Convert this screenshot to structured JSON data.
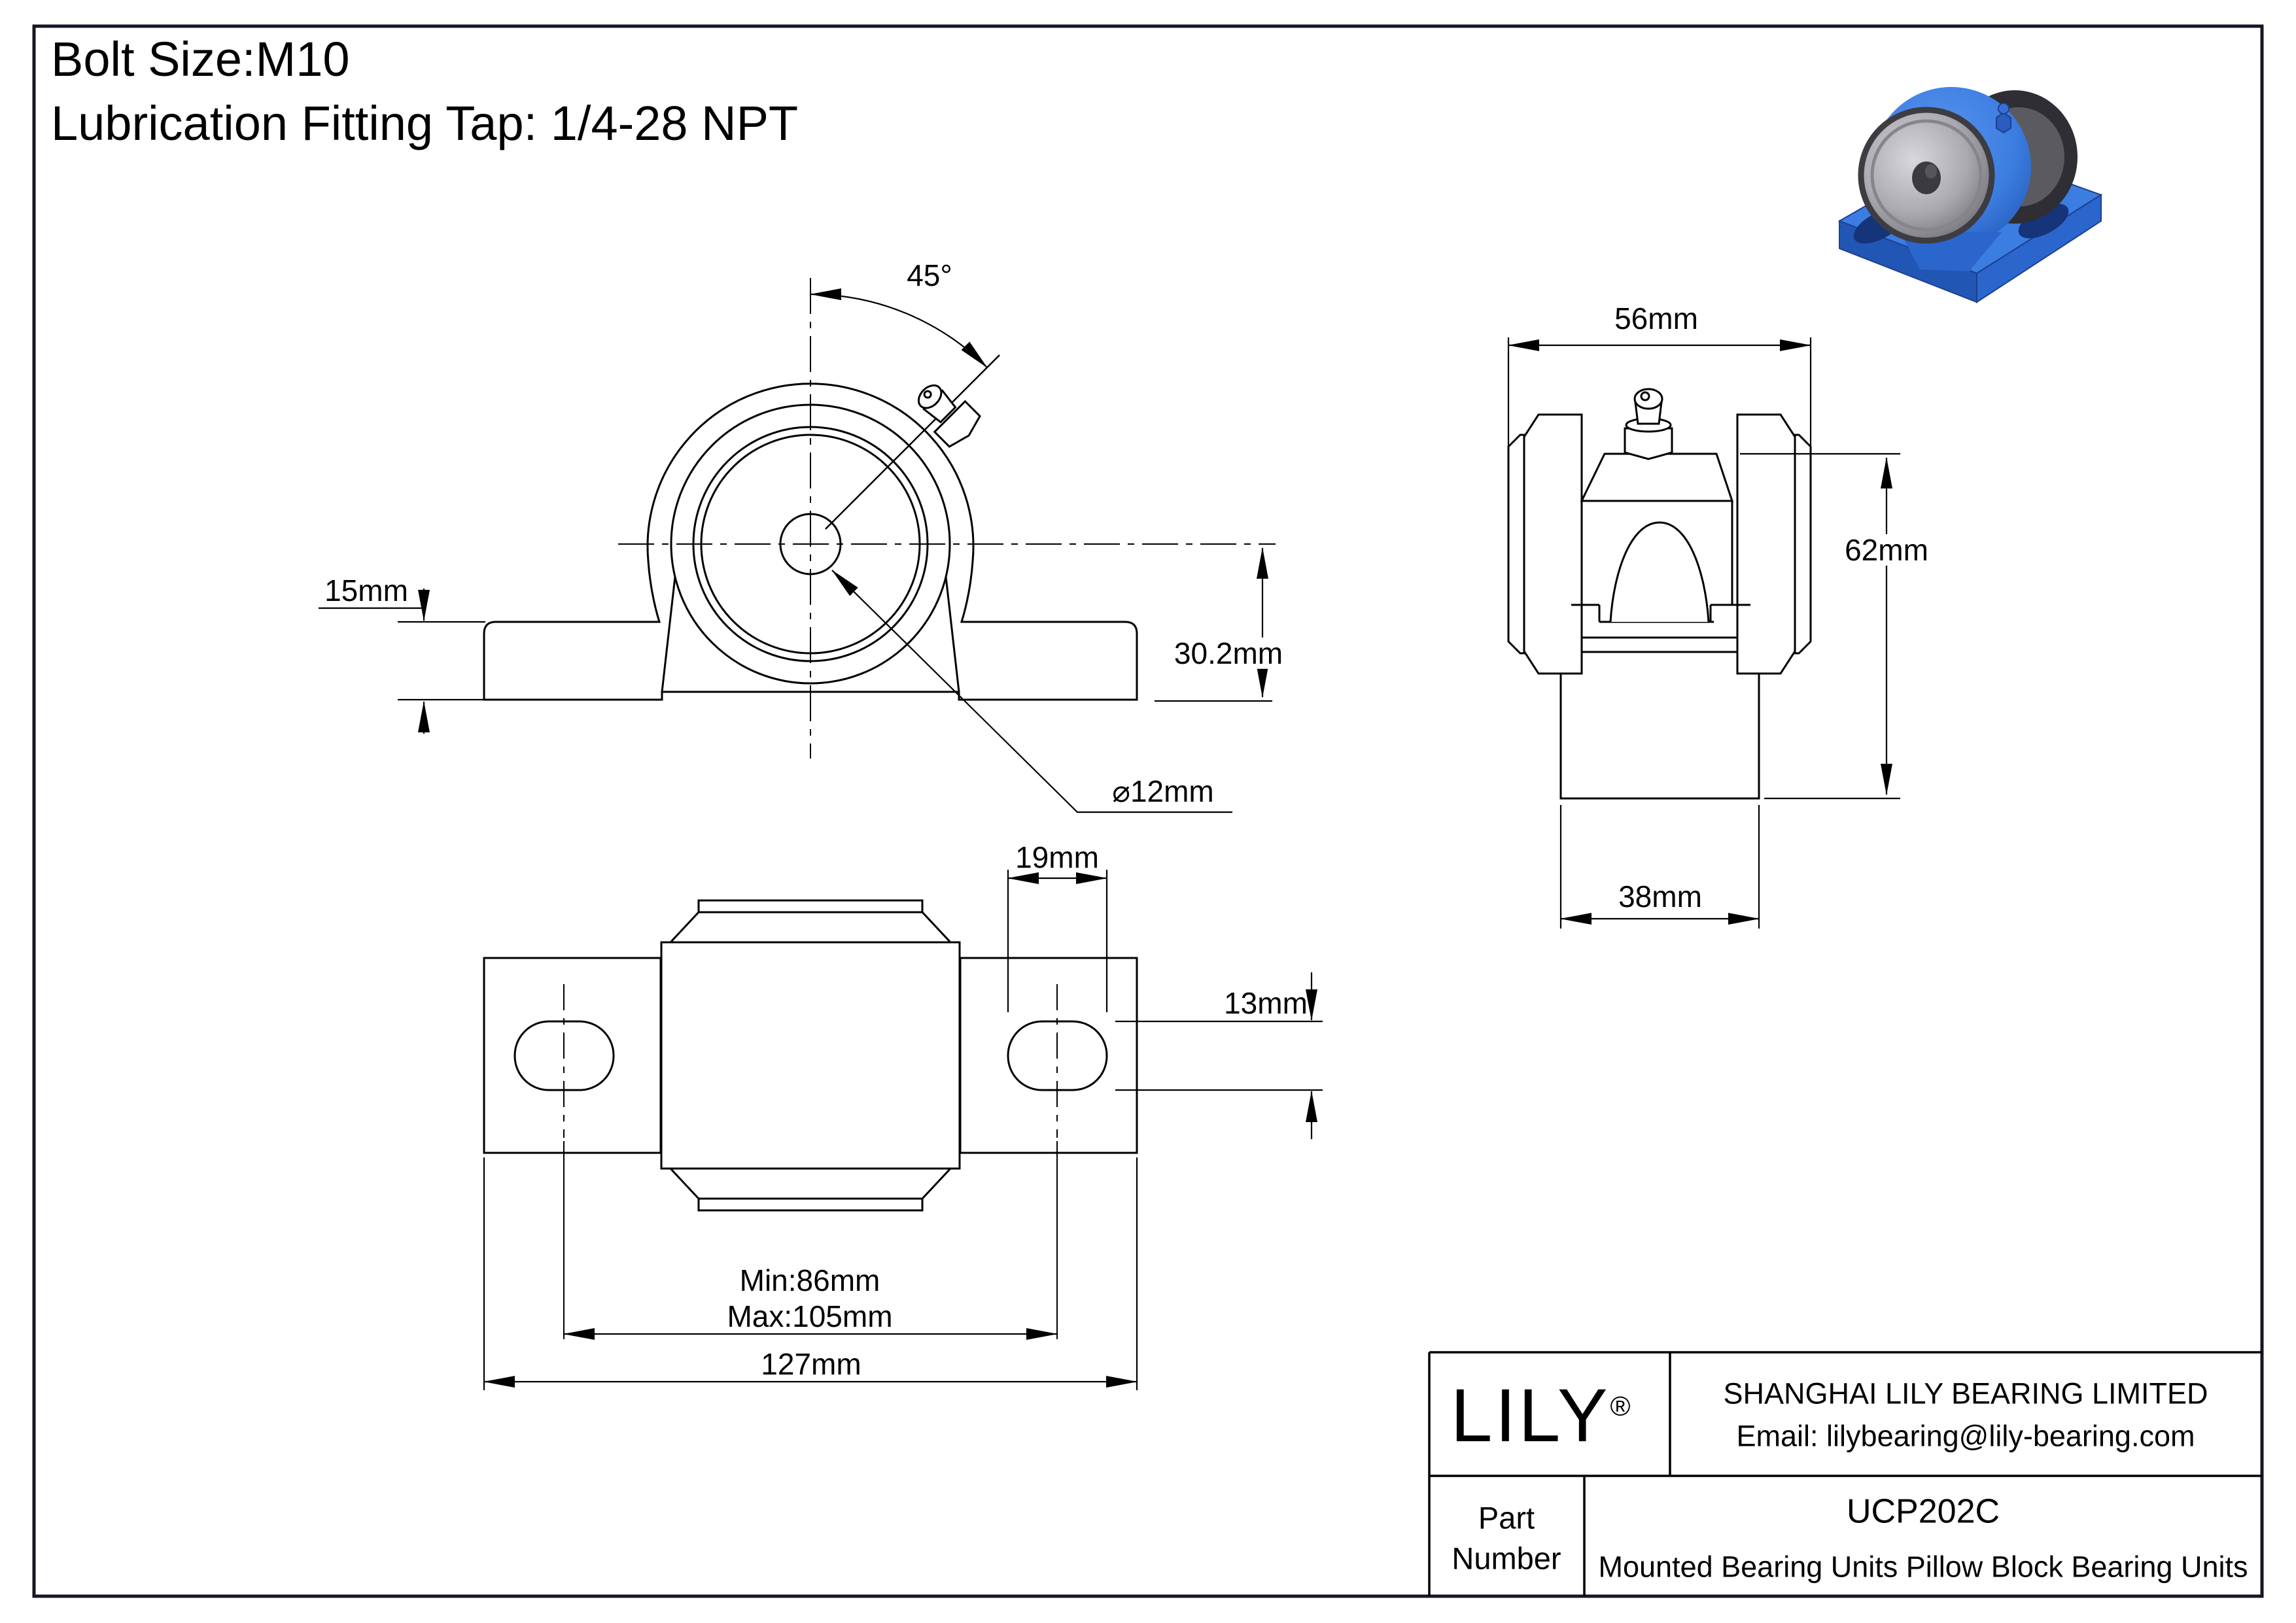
{
  "header": {
    "line1": "Bolt Size:M10",
    "line2": "Lubrication Fitting Tap: 1/4-28 NPT"
  },
  "views": {
    "front": {
      "angle_label": "45°",
      "base_thickness_label": "15mm",
      "center_height_label": "30.2mm",
      "bore_label": "⌀12mm"
    },
    "side": {
      "width_label": "56mm",
      "height_label": "62mm",
      "foot_width_label": "38mm"
    },
    "bottom": {
      "slot_width_label": "19mm",
      "slot_height_label": "13mm",
      "bolt_span_min_label": "Min:86mm",
      "bolt_span_max_label": "Max:105mm",
      "overall_length_label": "127mm"
    }
  },
  "title_block": {
    "logo": "LILY",
    "registered_mark": "®",
    "company": "SHANGHAI LILY BEARING LIMITED",
    "email": "Email: lilybearing@lily-bearing.com",
    "part_label_line1": "Part",
    "part_label_line2": "Number",
    "part_number": "UCP202C",
    "description": "Mounted Bearing Units Pillow Block Bearing Units"
  },
  "colors": {
    "line": "#000000",
    "page_border": "#161625",
    "render_blue": "#3b7de0",
    "render_blue_dark": "#2256b4",
    "render_blue_mid": "#2b66cc",
    "render_gray": "#9a9aa0",
    "render_dark": "#2e2e34"
  }
}
